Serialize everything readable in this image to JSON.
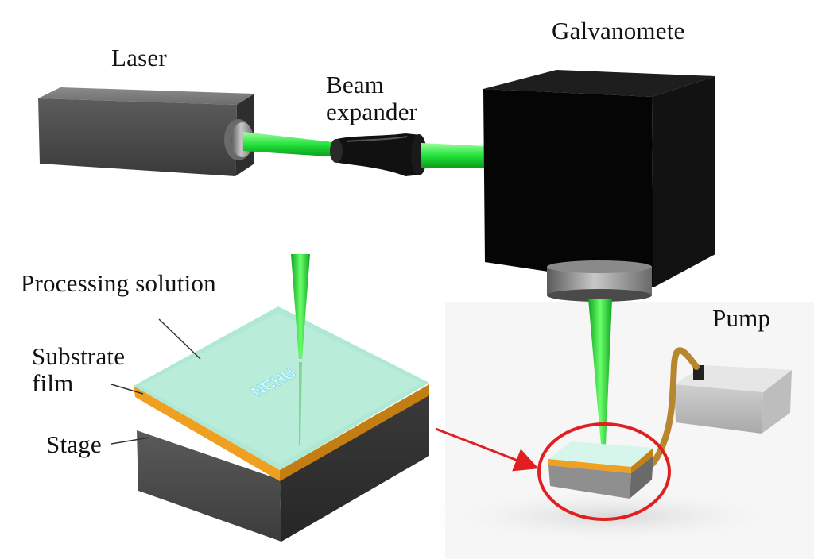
{
  "labels": {
    "laser": "Laser",
    "beam_expander_line1": "Beam",
    "beam_expander_line2": "expander",
    "galvanometer": "Galvanomete",
    "processing_solution": "Processing solution",
    "substrate_line1": "Substrate",
    "substrate_line2": "film",
    "stage": "Stage",
    "pump": "Pump"
  },
  "sample_marking": "NCHU",
  "colors": {
    "laser_beam": "#22e23a",
    "solution": "#9fe3c9",
    "substrate_film": "#f0a020",
    "stage": "#4a4a4a",
    "galvanometer": "#0a0a0a",
    "highlight_circle": "#e02020",
    "arrow": "#e02020",
    "tubing": "#b8862e"
  }
}
